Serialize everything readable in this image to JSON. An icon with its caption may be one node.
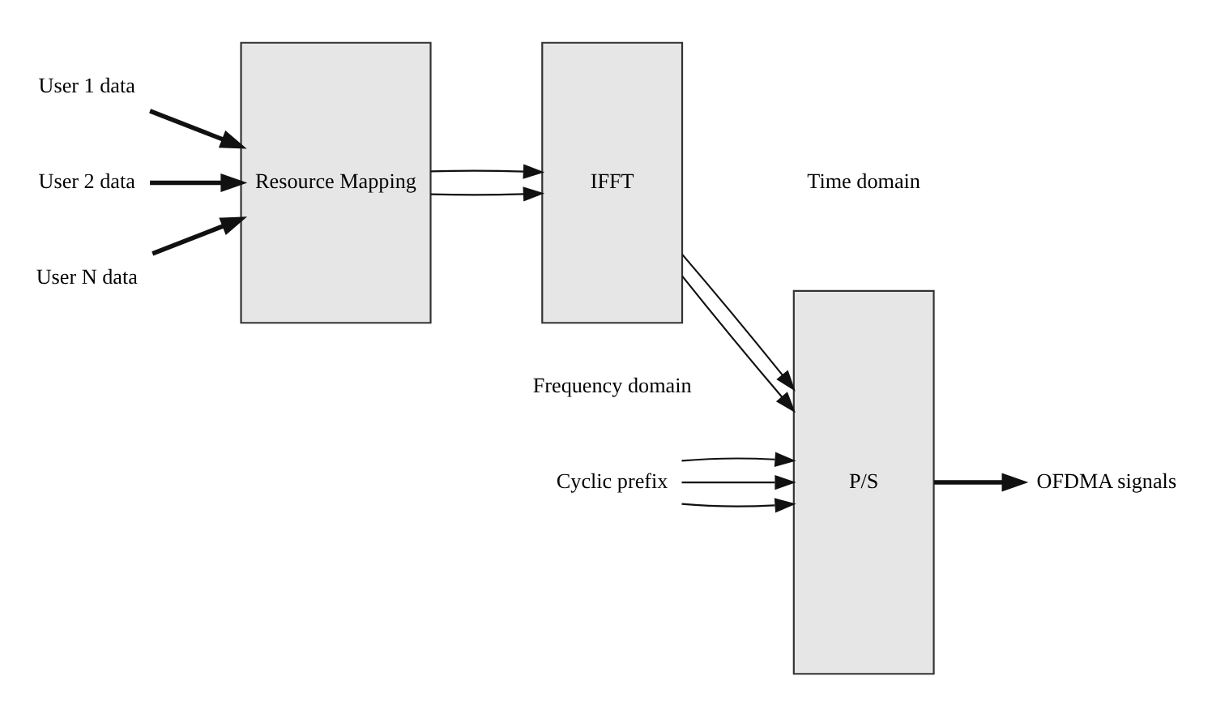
{
  "diagram": {
    "nodes": [
      {
        "text": [
          "User 1 data"
        ]
      },
      {
        "text": [
          "User 2 data"
        ]
      },
      {
        "text": [
          "User N data"
        ]
      },
      {
        "text": [
          "Resource Mapping"
        ]
      },
      {
        "text": [
          "IFFT"
        ]
      },
      {
        "text": [
          "Cyclic prefix"
        ]
      },
      {
        "text": [
          "P/S"
        ]
      },
      {
        "text": [
          "OFDMA signals"
        ]
      }
    ],
    "edges": [
      {
        "from": 0,
        "to": 3,
        "arrow": "to",
        "style": "thick"
      },
      {
        "from": 1,
        "to": 3,
        "arrow": "to",
        "style": "thick"
      },
      {
        "from": 2,
        "to": 3,
        "arrow": "to",
        "style": "thick"
      },
      {
        "from": 3,
        "to": 4,
        "arrow": "to"
      },
      {
        "from": 3,
        "to": 4,
        "arrow": "to"
      },
      {
        "from": 5,
        "to": 6,
        "arrow": "to"
      },
      {
        "from": 5,
        "to": 6,
        "arrow": "to"
      },
      {
        "from": 5,
        "to": 6,
        "arrow": "to"
      },
      {
        "from": 4,
        "to": 6,
        "arrow": "to"
      },
      {
        "from": 4,
        "to": 6,
        "arrow": "to"
      },
      {
        "from": 6,
        "to": 7,
        "arrow": "to",
        "style": "thick"
      }
    ],
    "labels": [
      "Frequency domain",
      "Time domain"
    ]
  }
}
